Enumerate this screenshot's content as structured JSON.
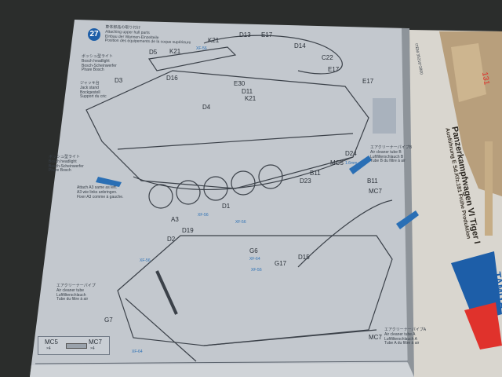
{
  "instruction_sheet": {
    "step_number": "27",
    "step_title": {
      "ja": "車体部品の取り付け",
      "en": "Attaching upper hull parts",
      "de": "Einbau der Wannen-Einzelteile",
      "fr": "Position des équipements de la coque supérieure"
    },
    "notes": {
      "headlight": {
        "ja": "ボッシュ型ライト",
        "en": "Bosch headlight",
        "de": "Bosch-Scheinwerfer",
        "fr": "Phare Bosch"
      },
      "headlight2": {
        "ja": "ボッシュ型ライト",
        "en": "Bosch headlight",
        "de": "Bosch-Scheinwerfer",
        "fr": "Phare Bosch"
      },
      "jack": {
        "ja": "ジャッキ台",
        "en": "Jack stand",
        "de": "Bockgestell",
        "fr": "Support du cric"
      },
      "air_tube": {
        "ja": "エアクリーナーパイプ",
        "en": "Air cleaner tube",
        "de": "Luftfilterschlauch",
        "fr": "Tube du filtre à air"
      },
      "air_tube_b": {
        "ja": "エアクリーナーパイプB",
        "en": "Air cleaner tube B",
        "de": "Luftfilterschlauch B",
        "fr": "Tube B du filtre à air"
      },
      "air_tube_a": {
        "ja": "エアクリーナーパイプA",
        "en": "Air cleaner tube A",
        "de": "Luftfilterschlauch A",
        "fr": "Tube A du filtre à air"
      },
      "a3": {
        "en": "Attach A3 same as left.",
        "de": "A3 wie links anbringen.",
        "fr": "Fixer A3 comme à gauche."
      }
    },
    "parts": [
      "D5",
      "K21",
      "K21",
      "D13",
      "E17",
      "D14",
      "C22",
      "E17",
      "D3",
      "D16",
      "E30",
      "D11",
      "K21",
      "E17",
      "D4",
      "A3",
      "D24",
      "MC5",
      "B11",
      "B11",
      "D23",
      "MC7",
      "D1",
      "D19",
      "D2",
      "G6",
      "G17",
      "D15",
      "G7",
      "MC7"
    ],
    "paints": [
      "XF-56",
      "XF-56",
      "XF-56",
      "XF-64",
      "XF-56",
      "XF-56",
      "XF-64"
    ],
    "mc5_size": "1.6mm",
    "parts_box": {
      "left": "MC5",
      "left_qty": "×4",
      "right": "MC7",
      "right_qty": "×4"
    }
  },
  "kit_box": {
    "item": "ITEM 35216*2800",
    "title": "Panzerkampfwagen VI Tiger I",
    "subtitle": "Ausführung E  Sd.Kfz.181 Frühe Produktion",
    "turret_number": "131",
    "brand": "TAMIYA",
    "colors": {
      "blue": "#1d5ea8",
      "red": "#e0322c"
    }
  }
}
